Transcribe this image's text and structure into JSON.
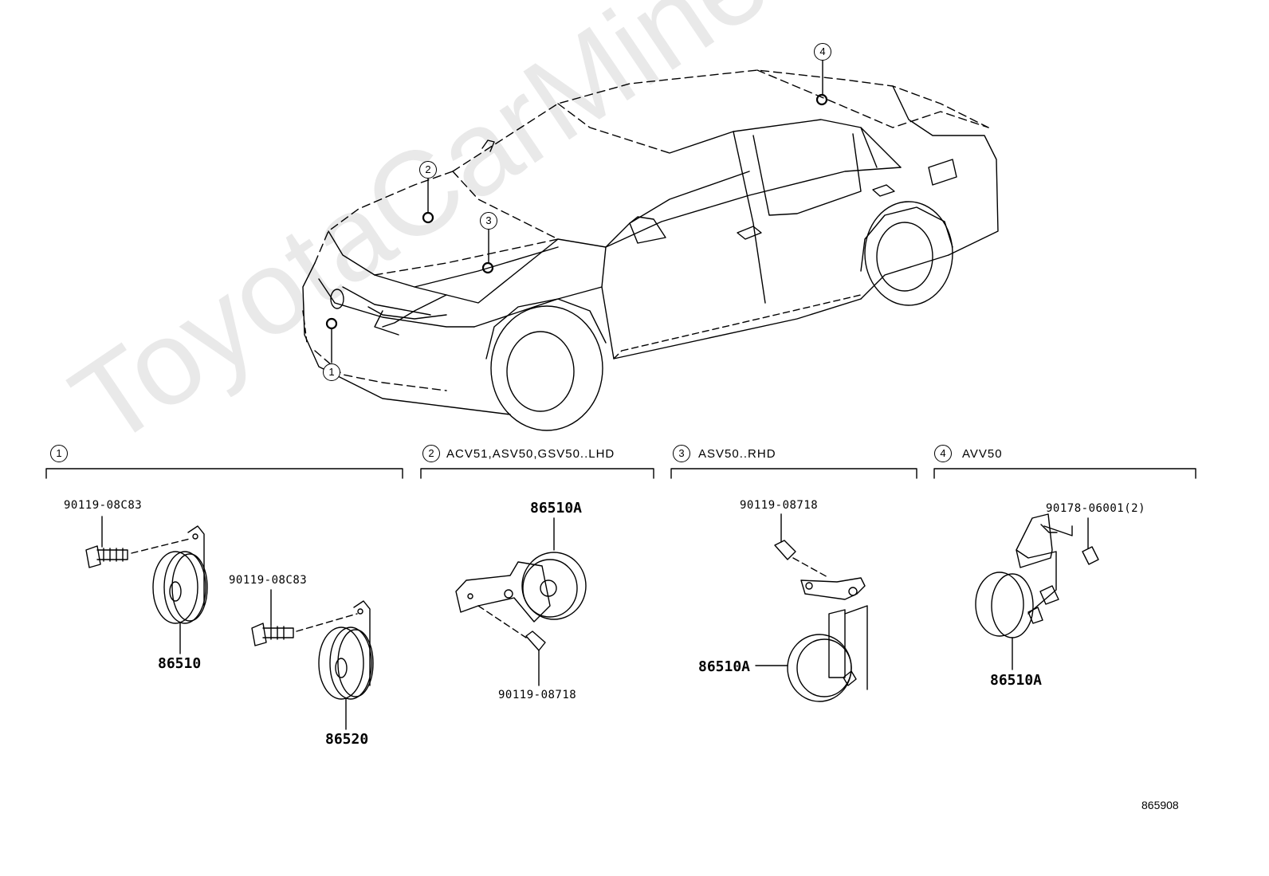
{
  "watermark": "ToyotaCarMine.ru",
  "diagram_code": "865908",
  "callouts": [
    "1",
    "2",
    "3",
    "4"
  ],
  "sections": [
    {
      "num": "1",
      "label": ""
    },
    {
      "num": "2",
      "label": "ACV51,ASV50,GSV50..LHD"
    },
    {
      "num": "3",
      "label": "ASV50..RHD"
    },
    {
      "num": "4",
      "label": "AVV50"
    }
  ],
  "parts": {
    "s1_bolt_a": "90119-08C83",
    "s1_horn_a": "86510",
    "s1_bolt_b": "90119-08C83",
    "s1_horn_b": "86520",
    "s2_horn": "86510A",
    "s2_bolt": "90119-08718",
    "s3_bolt": "90119-08718",
    "s3_horn": "86510A",
    "s4_nut": "90178-06001(2)",
    "s4_horn": "86510A"
  }
}
